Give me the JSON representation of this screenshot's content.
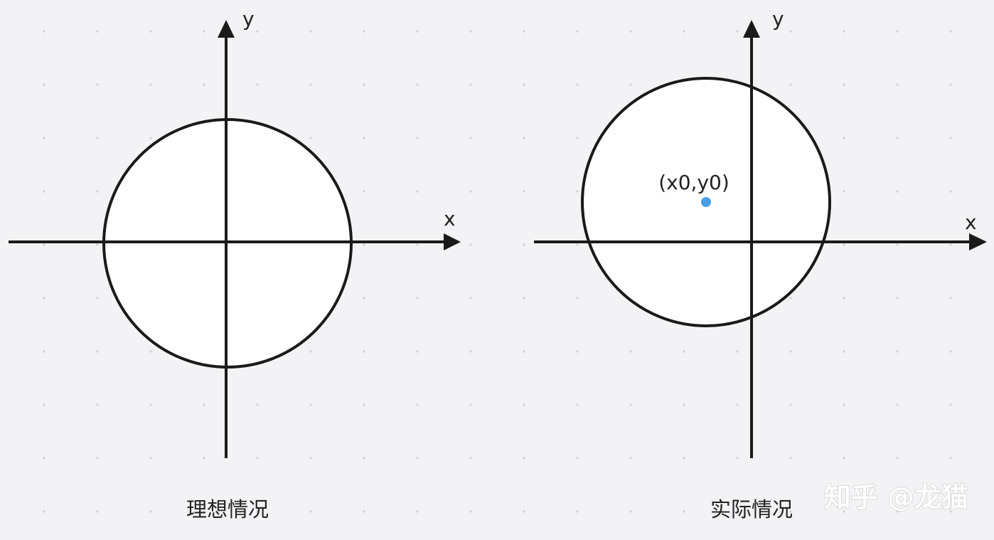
{
  "ideal": {
    "x_label": "x",
    "y_label": "y",
    "caption": "理想情况"
  },
  "actual": {
    "x_label": "x",
    "y_label": "y",
    "caption": "实际情况",
    "center_label": "(x0,y0)"
  },
  "watermark": "知乎 @龙猫",
  "colors": {
    "background": "#f3f3f5",
    "line": "#1a1a1a",
    "circle_fill": "#ffffff",
    "center_point": "#4a9ee8",
    "grid_dot": "#cfcfd4"
  }
}
